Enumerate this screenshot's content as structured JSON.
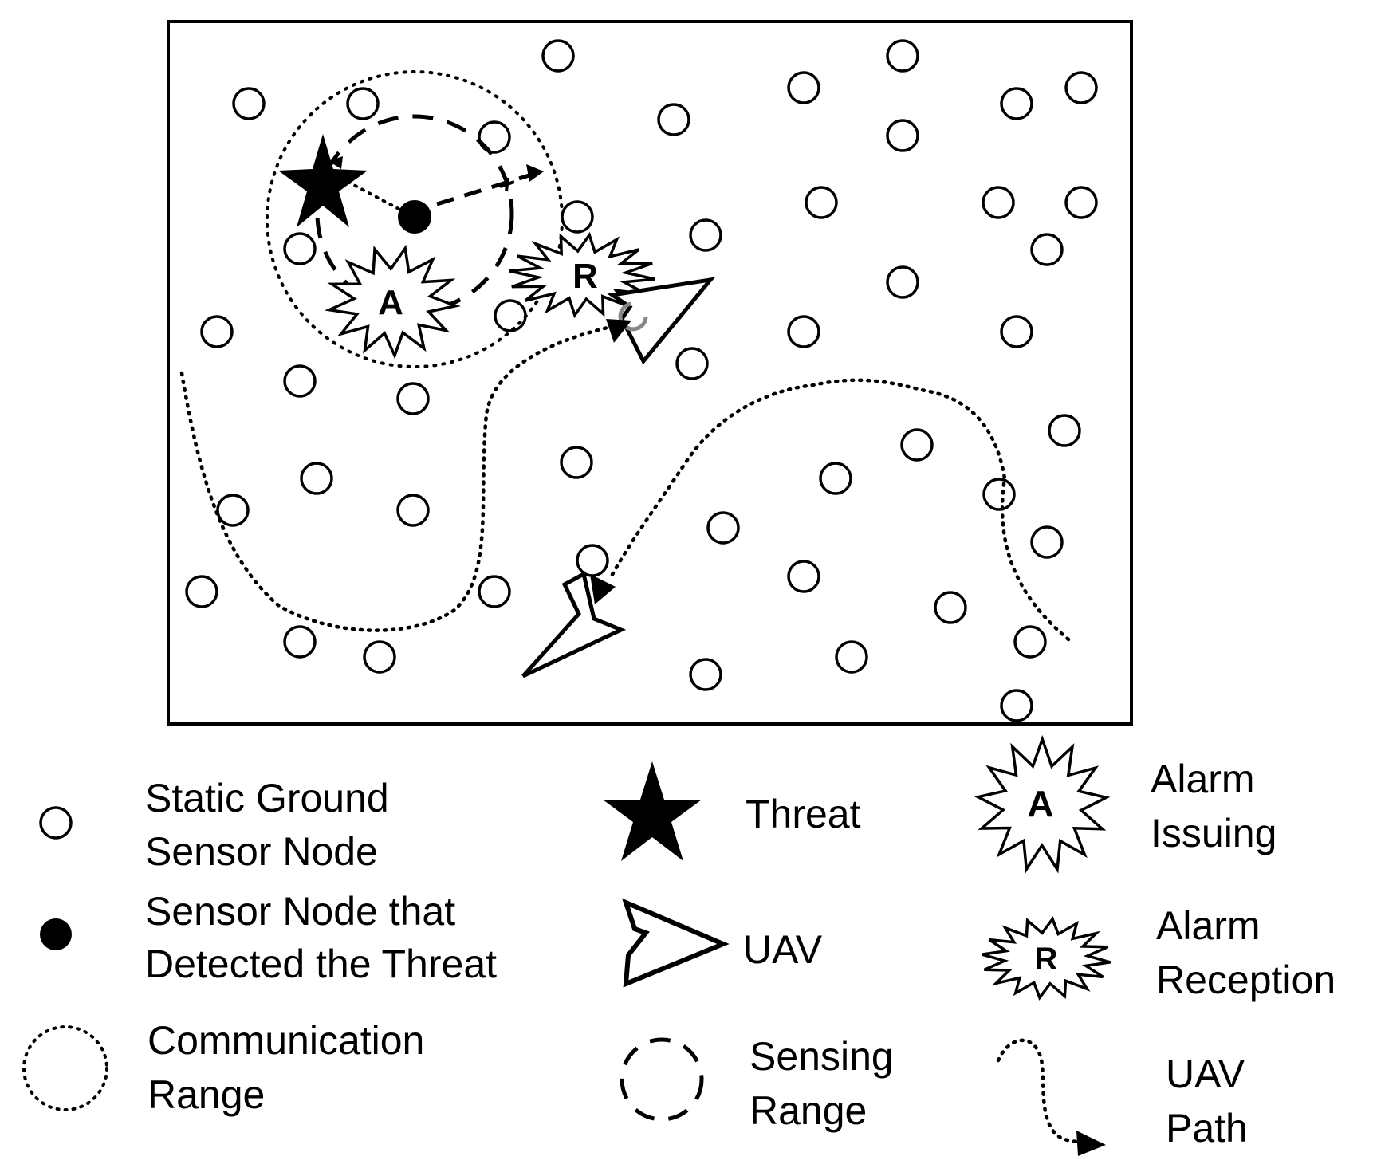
{
  "legend": {
    "static_node": {
      "line1": "Static Ground",
      "line2": "Sensor Node"
    },
    "detecting_node": {
      "line1": "Sensor Node  that",
      "line2": "Detected the Threat"
    },
    "comm_range": {
      "line1": "Communication",
      "line2": "Range"
    },
    "threat": {
      "label": "Threat"
    },
    "uav": {
      "label": "UAV"
    },
    "sensing_range": {
      "line1": "Sensing",
      "line2": "Range"
    },
    "alarm_issuing": {
      "line1": "Alarm",
      "line2": "Issuing"
    },
    "alarm_reception": {
      "line1": "Alarm",
      "line2": "Reception"
    },
    "uav_path": {
      "line1": "UAV",
      "line2": "Path"
    }
  },
  "badges": {
    "alarm": "A",
    "reception": "R"
  },
  "icons": {
    "static_node": "hollow-circle-icon",
    "detecting_node": "filled-circle-icon",
    "threat": "star-icon",
    "uav": "arrowhead-icon",
    "alarm_issuing": "burst-a-icon",
    "alarm_reception": "burst-r-icon",
    "comm_range": "dotted-circle-icon",
    "sensing_range": "dashed-circle-icon",
    "uav_path": "dotted-arrow-icon"
  }
}
